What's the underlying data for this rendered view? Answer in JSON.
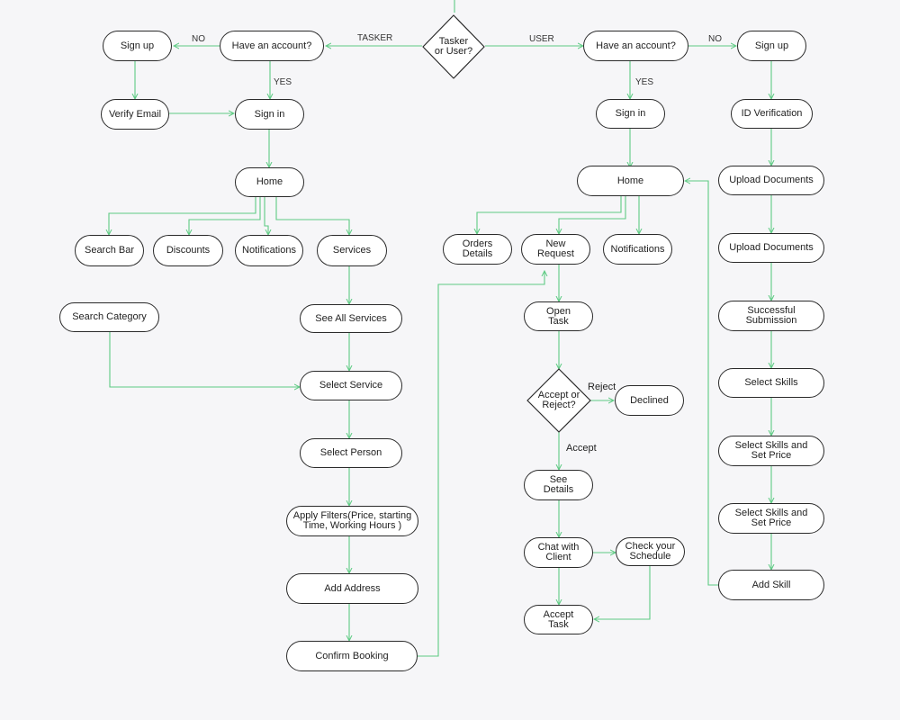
{
  "colors": {
    "connector": "#5ecb83",
    "border": "#2a2a2a",
    "node_fill": "#ffffff",
    "background": "#f6f6f8"
  },
  "decision": {
    "tasker_or_user": "Tasker\nor User?",
    "accept_or_reject": "Accept or\nReject?"
  },
  "tasker": {
    "have_account": "Have an account?",
    "sign_up": "Sign up",
    "verify_email": "Verify Email",
    "sign_in": "Sign in",
    "home": "Home",
    "search_bar": "Search Bar",
    "discounts": "Discounts",
    "notifications": "Notifications",
    "services": "Services",
    "search_category": "Search Category",
    "see_all_services": "See All Services",
    "select_service": "Select Service",
    "select_person": "Select Person",
    "apply_filters": "Apply Filters(Price, starting\nTime, Working Hours )",
    "add_address": "Add Address",
    "confirm_booking": "Confirm Booking"
  },
  "user": {
    "have_account": "Have an account?",
    "sign_in": "Sign in",
    "home": "Home",
    "orders_details": "Orders\nDetails",
    "new_request": "New\nRequest",
    "notifications": "Notifications",
    "open_task": "Open\nTask",
    "declined": "Declined",
    "see_details": "See\nDetails",
    "chat_with_client": "Chat with\nClient",
    "check_schedule": "Check your\nSchedule",
    "accept_task": "Accept\nTask"
  },
  "registration": {
    "sign_up": "Sign up",
    "id_verification": "ID Verification",
    "upload_documents_1": "Upload Documents",
    "upload_documents_2": "Upload Documents",
    "successful_submission": "Successful\nSubmission",
    "select_skills": "Select Skills",
    "select_skills_price_1": "Select Skills and\nSet Price",
    "select_skills_price_2": "Select Skills and\nSet Price",
    "add_skill": "Add Skill"
  },
  "labels": {
    "tasker": "TASKER",
    "user": "USER",
    "no_left": "NO",
    "no_right": "NO",
    "yes_left": "YES",
    "yes_right": "YES",
    "reject": "Reject",
    "accept": "Accept"
  }
}
